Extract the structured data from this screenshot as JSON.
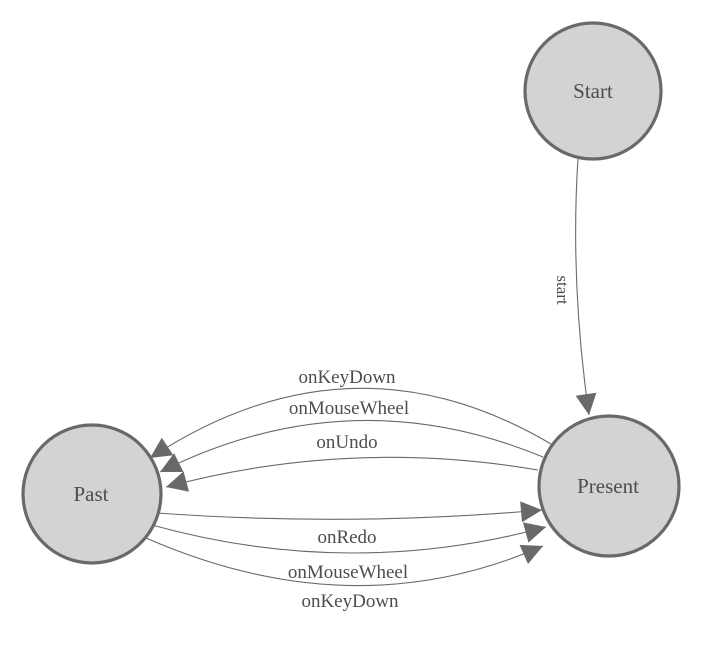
{
  "diagram": {
    "type": "state-machine",
    "colors": {
      "background": "#ffffff",
      "node_fill": "#d3d3d3",
      "node_stroke": "#696969",
      "edge_stroke": "#696969",
      "arrow_fill": "#696969",
      "label_color": "#4d4d4d"
    },
    "nodes": [
      {
        "id": "start",
        "label": "Start"
      },
      {
        "id": "present",
        "label": "Present"
      },
      {
        "id": "past",
        "label": "Past"
      }
    ],
    "edges": [
      {
        "from": "Start",
        "to": "Present",
        "label": "start"
      },
      {
        "from": "Present",
        "to": "Past",
        "label": "onKeyDown"
      },
      {
        "from": "Present",
        "to": "Past",
        "label": "onMouseWheel"
      },
      {
        "from": "Present",
        "to": "Past",
        "label": "onUndo"
      },
      {
        "from": "Past",
        "to": "Present",
        "label": "onRedo"
      },
      {
        "from": "Past",
        "to": "Present",
        "label": "onMouseWheel"
      },
      {
        "from": "Past",
        "to": "Present",
        "label": "onKeyDown"
      }
    ]
  }
}
